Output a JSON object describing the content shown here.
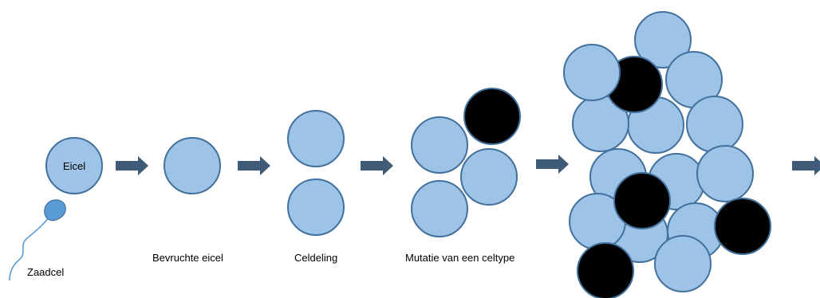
{
  "labels": {
    "egg": "Eicel",
    "sperm": "Zaadcel",
    "fertilized": "Bevruchte eicel",
    "division": "Celdeling",
    "mutation": "Mutatie van een celtype"
  },
  "colors": {
    "normal_cell_fill": "#9dc3e6",
    "cell_outline": "#41719c",
    "mutated_cell_fill": "#000000",
    "arrow": "#3f5b78",
    "sperm": "#5b9bd5"
  },
  "stages": [
    {
      "label": "Eicel",
      "normal_cells": 1,
      "mutated_cells": 0
    },
    {
      "label": "Bevruchte eicel",
      "normal_cells": 1,
      "mutated_cells": 0
    },
    {
      "label": "Celdeling",
      "normal_cells": 2,
      "mutated_cells": 0
    },
    {
      "label": "Mutatie van een celtype",
      "normal_cells": 3,
      "mutated_cells": 1
    }
  ],
  "arrows": 5
}
